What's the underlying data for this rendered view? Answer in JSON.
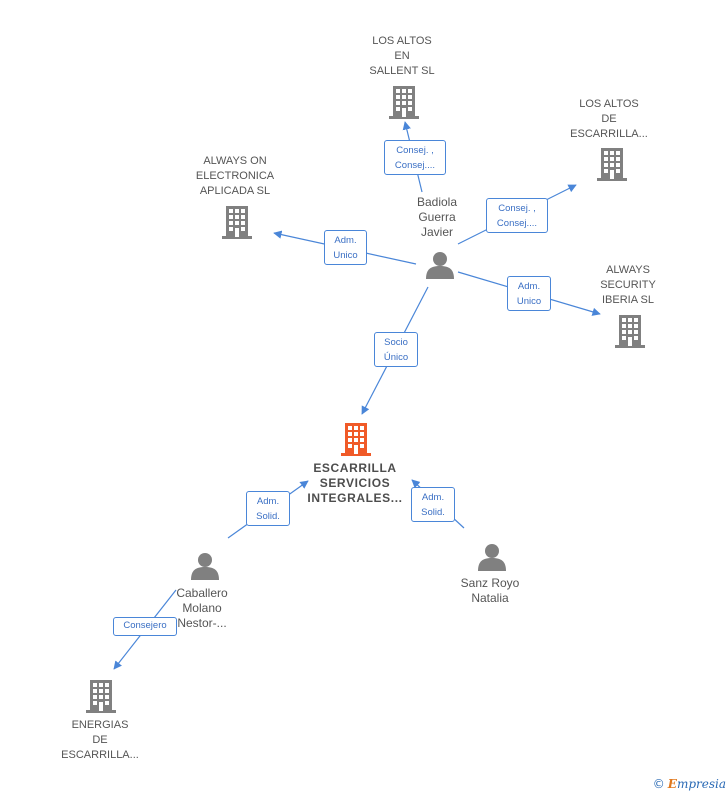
{
  "nodes": {
    "los_altos_sallent": {
      "label": "LOS ALTOS\nEN\nSALLENT SL"
    },
    "los_altos_escarrilla": {
      "label": "LOS ALTOS\nDE\nESCARRILLA..."
    },
    "always_on": {
      "label": "ALWAYS ON\nELECTRONICA\nAPLICADA SL"
    },
    "badiola": {
      "label": "Badiola\nGuerra\nJavier"
    },
    "always_security": {
      "label": "ALWAYS\nSECURITY\nIBERIA  SL"
    },
    "escarrilla_servicios": {
      "label": "ESCARRILLA\nSERVICIOS\nINTEGRALES..."
    },
    "caballero": {
      "label": "Caballero\nMolano\nNestor-..."
    },
    "sanz_royo": {
      "label": "Sanz Royo\nNatalia"
    },
    "energias": {
      "label": "ENERGIAS\nDE\nESCARRILLA..."
    }
  },
  "edges": {
    "badiola_sallent": {
      "label": "Consej. ,\nConsej...."
    },
    "badiola_altos_escarrilla": {
      "label": "Consej. ,\nConsej...."
    },
    "badiola_always_on": {
      "label": "Adm.\nUnico"
    },
    "badiola_security": {
      "label": "Adm.\nUnico"
    },
    "badiola_servicios": {
      "label": "Socio\nÚnico"
    },
    "caballero_servicios": {
      "label": "Adm.\nSolid."
    },
    "sanz_servicios": {
      "label": "Adm.\nSolid."
    },
    "caballero_energias": {
      "label": "Consejero"
    }
  },
  "colors": {
    "edge": "#4a86d8",
    "company_icon": "#808080",
    "main_company_icon": "#f05a28",
    "person_icon": "#808080"
  },
  "footer": {
    "copyright": "©",
    "brand_initial": "E",
    "brand_rest": "mpresia"
  }
}
